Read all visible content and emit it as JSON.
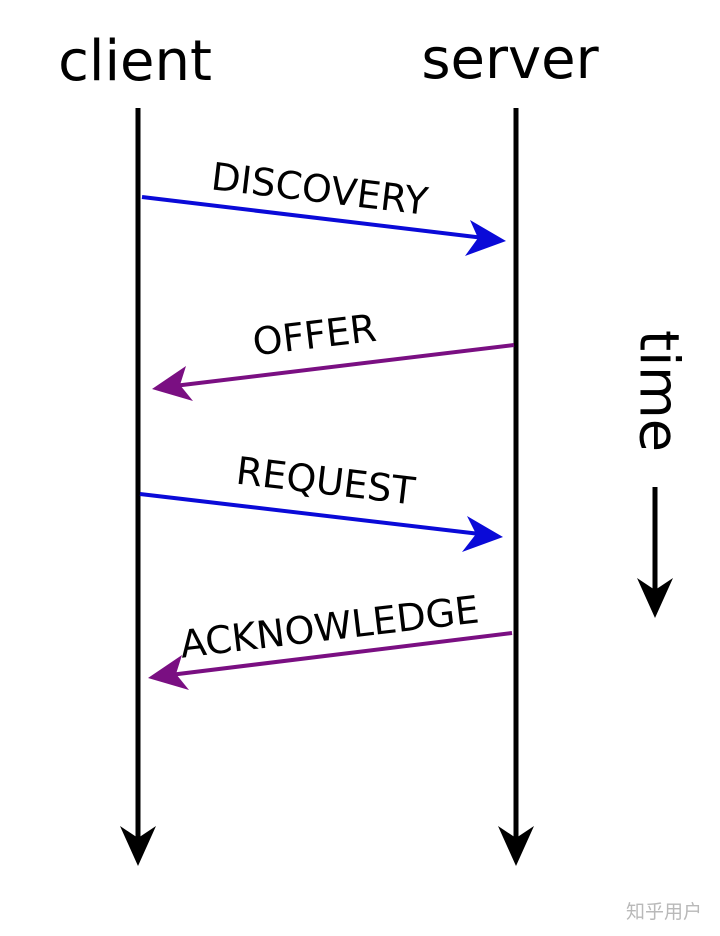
{
  "actors": {
    "client": "client",
    "server": "server"
  },
  "messages": [
    {
      "label": "DISCOVERY",
      "from": "client",
      "to": "server"
    },
    {
      "label": "OFFER",
      "from": "server",
      "to": "client"
    },
    {
      "label": "REQUEST",
      "from": "client",
      "to": "server"
    },
    {
      "label": "ACKNOWLEDGE",
      "from": "server",
      "to": "client"
    }
  ],
  "time_label": "time",
  "colors": {
    "client_to_server": "#0a0ad8",
    "server_to_client": "#7a0f82",
    "lifeline": "#000000"
  },
  "watermark": "知乎用户"
}
